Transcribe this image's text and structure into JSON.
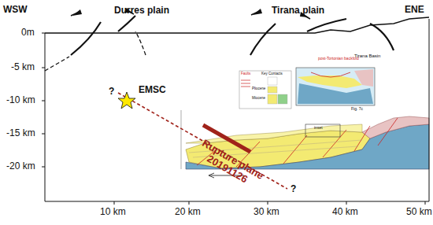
{
  "diagram": {
    "labels": [
      "WSW",
      "ENE",
      "Durres plain",
      "Tirana plain",
      "0m",
      "-5 km",
      "-10 km",
      "-15 km",
      "-20 km",
      "EMSC",
      "?",
      "?",
      "Rupture plane 20191126",
      "10 km",
      "20 km",
      "30 km",
      "40 km",
      "50 km",
      "Tirana Basin",
      "post-Tortonian backfold",
      "Fig. 7c",
      "inset",
      "Faults",
      "Key Contacts",
      "Pliocene",
      "Miocene"
    ]
  }
}
